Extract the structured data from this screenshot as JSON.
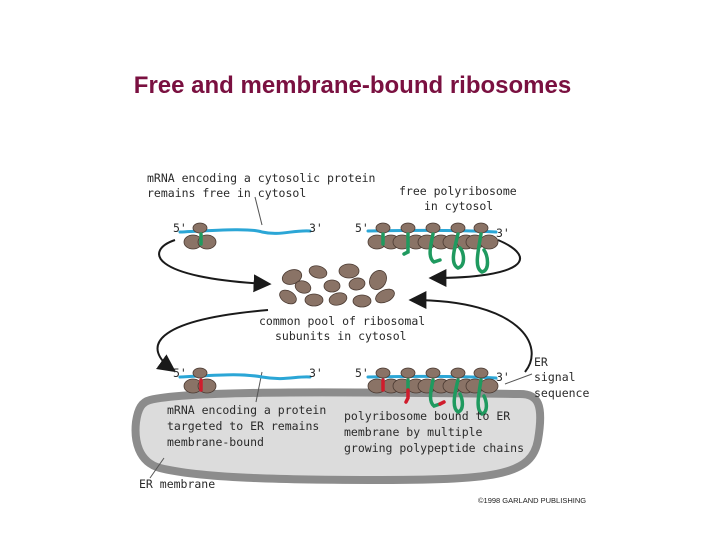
{
  "title": "Free and membrane-bound ribosomes",
  "colors": {
    "title": "#7a1040",
    "mrna": "#2ba6d6",
    "ribosome": "#8a7366",
    "ribosome_outline": "#4a3a32",
    "polypeptide": "#1f9a5f",
    "signal_sequence": "#d01c2c",
    "er_membrane": "#8c8c8c",
    "er_lumen": "#dcdcdc"
  },
  "labels": {
    "free_mrna_line1": "mRNA encoding a cytosolic protein",
    "free_mrna_line2": "remains free in cytosol",
    "free_poly_line1": "free polyribosome",
    "free_poly_line2": "in cytosol",
    "pool_line1": "common pool of ribosomal",
    "pool_line2": "subunits in cytosol",
    "er_signal_line1": "ER",
    "er_signal_line2": "signal",
    "er_signal_line3": "sequence",
    "er_mrna_line1": "mRNA encoding a protein",
    "er_mrna_line2": "targeted to ER remains",
    "er_mrna_line3": "membrane-bound",
    "bound_poly_line1": "polyribosome bound to ER",
    "bound_poly_line2": "membrane by multiple",
    "bound_poly_line3": "growing polypeptide chains",
    "er_membrane": "ER membrane",
    "copyright": "©1998 GARLAND PUBLISHING"
  },
  "strand_ends": {
    "five_prime": "5'",
    "three_prime": "3'"
  }
}
